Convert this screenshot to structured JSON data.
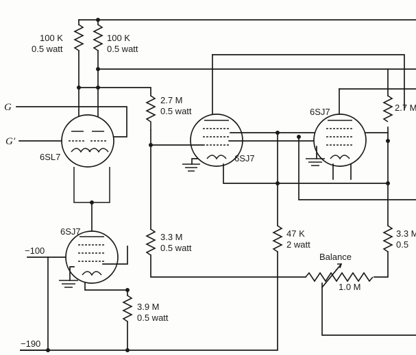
{
  "inputs": {
    "g": "G",
    "g_prime": "G′"
  },
  "tubes": {
    "triode": "6SL7",
    "pentode_left": "6SJ7",
    "pentode_mid": "6SJ7",
    "pentode_right": "6SJ7"
  },
  "supplies": {
    "minus_100": "−100",
    "minus_190": "−190"
  },
  "resistors": {
    "r1": {
      "value": "100 K",
      "power": "0.5 watt"
    },
    "r2": {
      "value": "100 K",
      "power": "0.5 watt"
    },
    "r3": {
      "value": "2.7 M",
      "power": "0.5 watt"
    },
    "r4": {
      "value": "2.7 M"
    },
    "r5": {
      "value": "3.3 M",
      "power": "0.5 watt"
    },
    "r6": {
      "value": "47 K",
      "power": "2 watt"
    },
    "r7": {
      "value": "3.3 M",
      "power": "0.5"
    },
    "r8": {
      "value": "3.9 M",
      "power": "0.5 watt"
    }
  },
  "balance": {
    "label": "Balance",
    "value": "1.0 M"
  }
}
